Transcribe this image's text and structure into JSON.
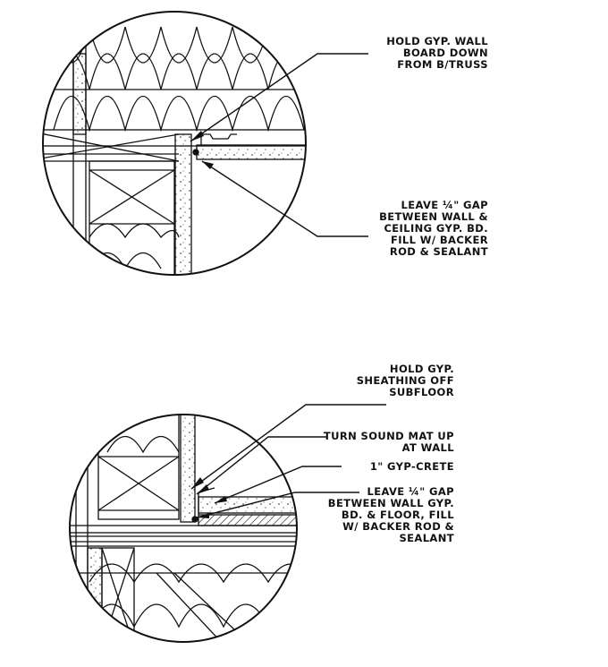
{
  "top_detail": {
    "callouts": [
      {
        "lines": [
          "HOLD GYP. WALL",
          "BOARD DOWN",
          "FROM B/TRUSS"
        ]
      },
      {
        "lines": [
          "LEAVE ¼\" GAP",
          "BETWEEN WALL &",
          "CEILING GYP. BD.",
          "FILL w/ BACKER",
          "ROD & SEALANT"
        ]
      }
    ]
  },
  "bottom_detail": {
    "callouts": [
      {
        "lines": [
          "HOLD GYP.",
          "SHEATHING OFF",
          "SUBFLOOR"
        ]
      },
      {
        "lines": [
          "TURN SOUND MAT UP",
          "AT WALL"
        ]
      },
      {
        "lines": [
          "1\" GYP-CRETE"
        ]
      },
      {
        "lines": [
          "LEAVE ¼\" GAP",
          "BETWEEN WALL GYP.",
          "BD. & FLOOR, FILL",
          "w/ BACKER ROD &",
          "SEALANT"
        ]
      }
    ]
  }
}
